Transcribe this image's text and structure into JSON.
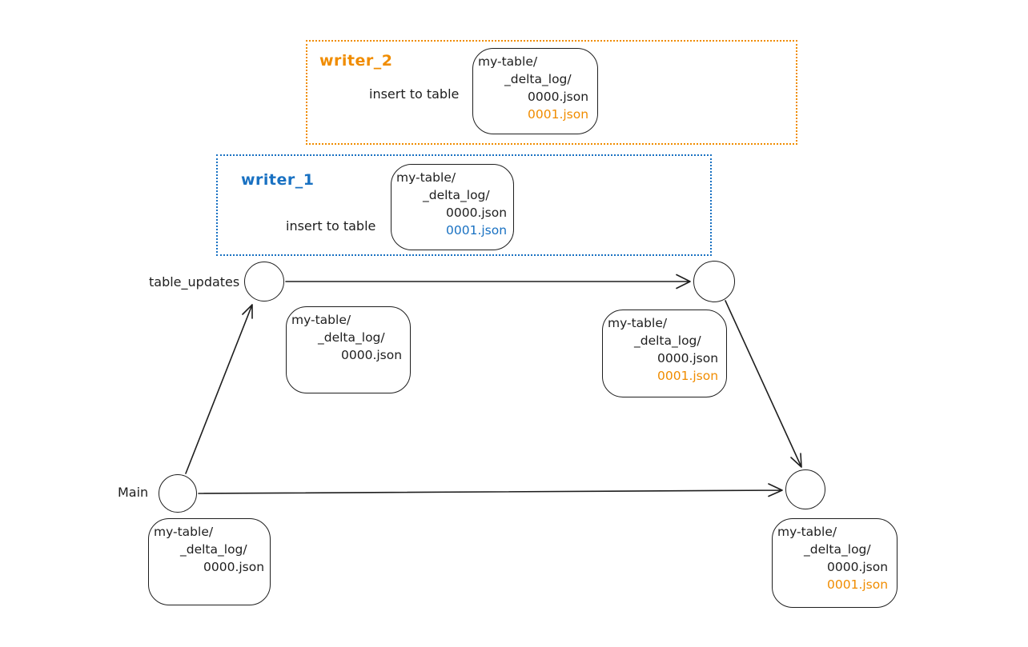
{
  "diagram": {
    "background": "#ffffff",
    "ink_color": "#1e1e1e",
    "writers": {
      "writer_2": {
        "label": "writer_2",
        "action": "insert to table",
        "color": "#f08c00"
      },
      "writer_1": {
        "label": "writer_1",
        "action": "insert to table",
        "color": "#1971c2"
      }
    },
    "branch_labels": {
      "table_updates": "table_updates",
      "main": "Main"
    },
    "file_boxes": {
      "writer_2": [
        "my-table/",
        "_delta_log/",
        "0000.json",
        "0001.json"
      ],
      "writer_1": [
        "my-table/",
        "_delta_log/",
        "0000.json",
        "0001.json"
      ],
      "table_updates_commit0": [
        "my-table/",
        "_delta_log/",
        "0000.json"
      ],
      "table_updates_commit1": [
        "my-table/",
        "_delta_log/",
        "0000.json",
        "0001.json"
      ],
      "main_commit0": [
        "my-table/",
        "_delta_log/",
        "0000.json"
      ],
      "main_commit1": [
        "my-table/",
        "_delta_log/",
        "0000.json",
        "0001.json"
      ]
    },
    "highlight_colors": {
      "writer_2_new_file": "#f08c00",
      "writer_1_new_file": "#1971c2",
      "table_updates_commit1_new_file": "#f08c00",
      "main_commit1_new_file": "#f08c00"
    }
  }
}
